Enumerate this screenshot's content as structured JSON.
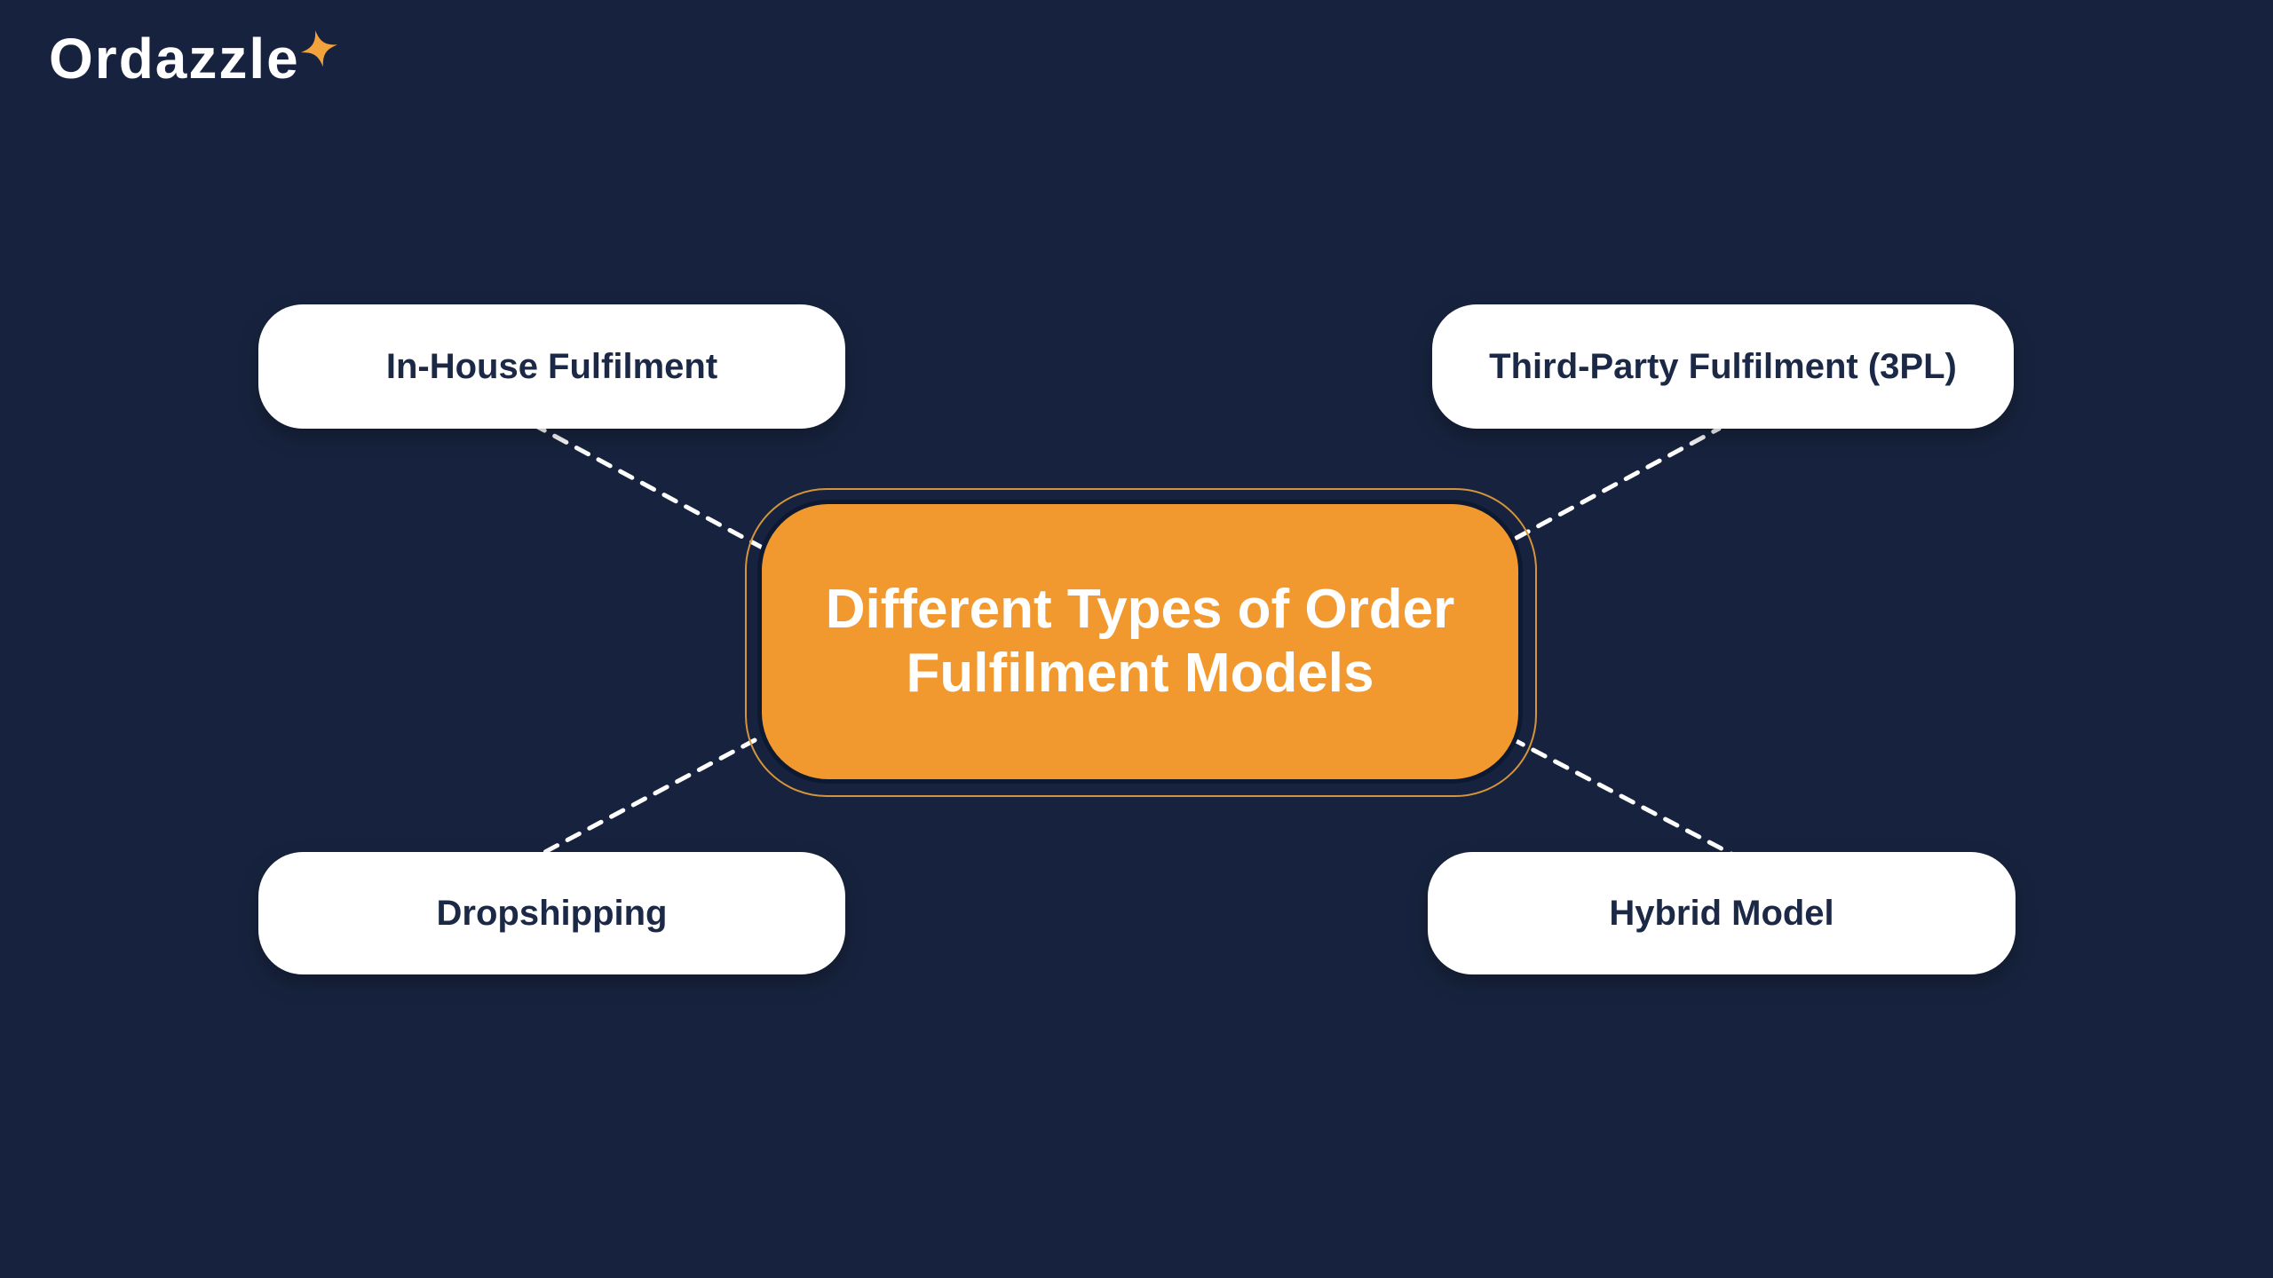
{
  "page": {
    "bg_color": "#17233E"
  },
  "brand": {
    "logo_text": "Ordazzle",
    "star_icon": "4-point-sparkle",
    "star_color": "#F2A33C"
  },
  "center_node": {
    "title_line1": "Different Types of Order",
    "title_line2": "Fulfilment Models",
    "fill_color": "#F1992E",
    "outline_color": "#D4953A",
    "text_color": "#FFFFFF"
  },
  "nodes": {
    "top_left": {
      "label": "In-House Fulfilment"
    },
    "top_right": {
      "label": "Third-Party Fulfilment (3PL)"
    },
    "bottom_left": {
      "label": "Dropshipping"
    },
    "bottom_right": {
      "label": "Hybrid Model"
    }
  },
  "connectors": {
    "style": "dashed",
    "color": "#FFFFFF"
  }
}
